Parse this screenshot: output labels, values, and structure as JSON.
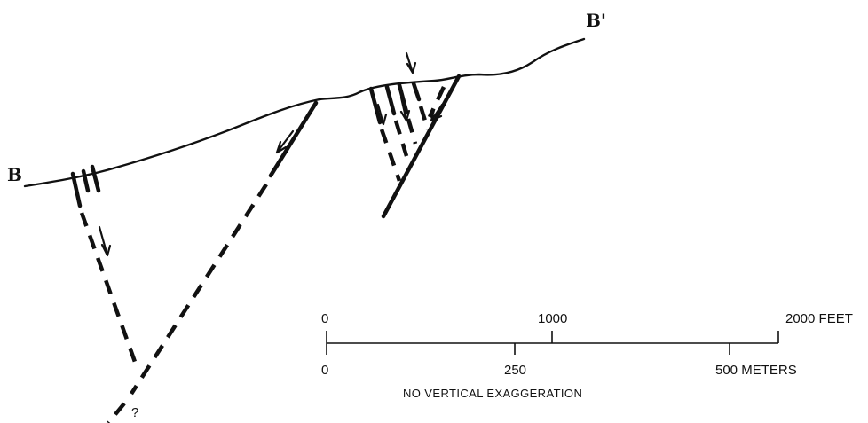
{
  "section": {
    "start_label": "B",
    "end_label": "B'"
  },
  "scale_bar": {
    "feet": {
      "ticks": [
        "0",
        "1000",
        "2000 FEET"
      ]
    },
    "meters": {
      "ticks": [
        "0",
        "250",
        "500 METERS"
      ]
    },
    "caption": "NO VERTICAL EXAGGERATION"
  },
  "annotations": {
    "uncertain_mark": "?"
  }
}
